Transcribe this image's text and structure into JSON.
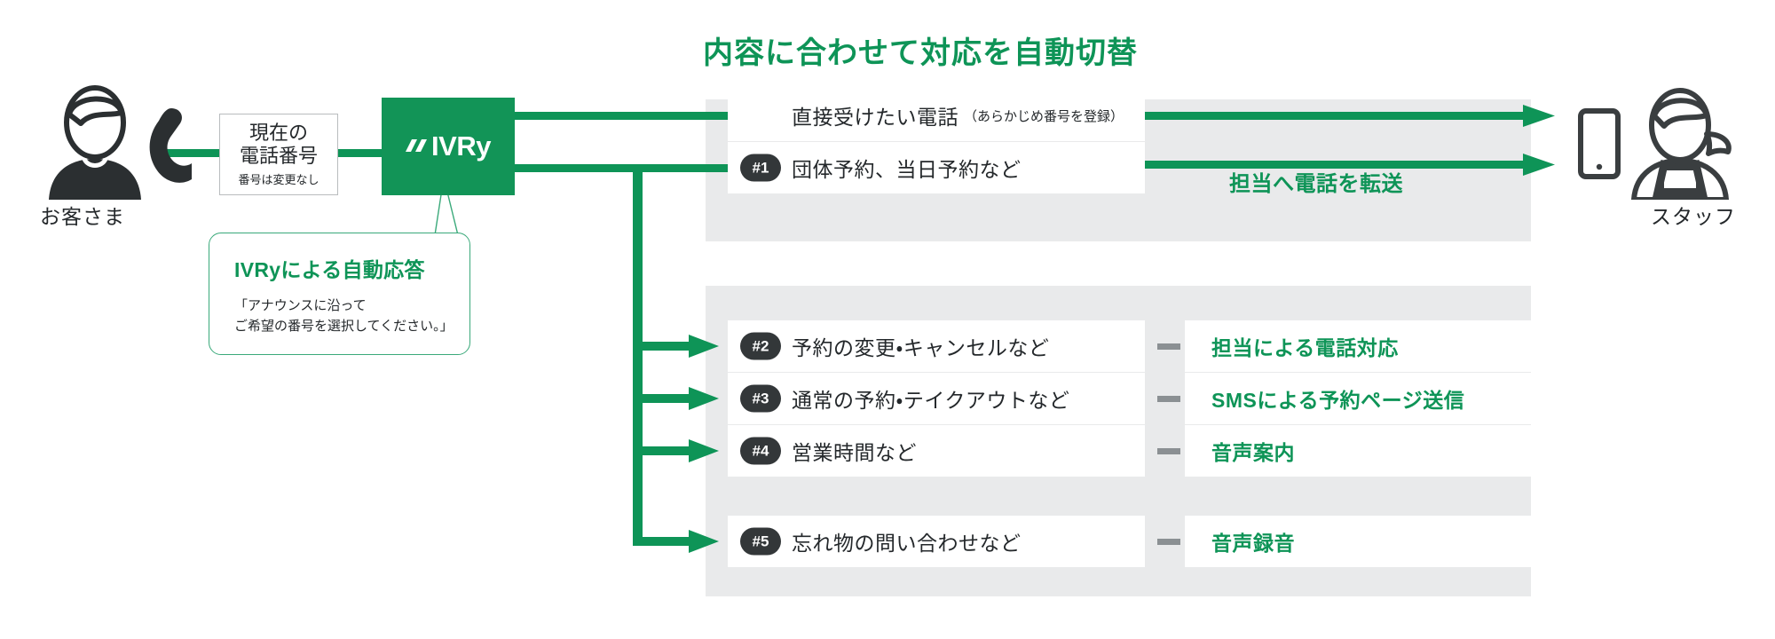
{
  "diagram": {
    "title": "内容に合わせて対応を自動切替",
    "accent_green": "#0e9457",
    "logo_green": "#129457",
    "badge_dark": "#333739",
    "panel_gray": "#e9eaeb",
    "dash_gray": "#8b9093"
  },
  "caller": {
    "label": "お客さま",
    "icon": "customer-person-icon",
    "phone_icon": "phone-handset-icon"
  },
  "current_number": {
    "line1": "現在の",
    "line2": "電話番号",
    "note": "番号は変更なし"
  },
  "ivry": {
    "wordmark": "IVRy",
    "mark": "slash-mark-icon"
  },
  "callout": {
    "title": "IVRyによる自動応答",
    "line1": "「アナウンスに沿って",
    "line2": "ご希望の番号を選択してください。」"
  },
  "transfer_panel": {
    "caption": "担当へ電話を転送",
    "rows": [
      {
        "badge": "",
        "text": "直接受けたい電話",
        "note": "（あらかじめ番号を登録）"
      },
      {
        "badge": "#1",
        "text": "団体予約、当日予約など",
        "note": ""
      }
    ]
  },
  "auto_panel": {
    "rows": [
      {
        "badge": "#2",
        "text": "予約の変更・キャンセルなど",
        "result": "担当による電話対応"
      },
      {
        "badge": "#3",
        "text": "通常の予約・テイクアウトなど",
        "result": "SMSによる予約ページ送信"
      },
      {
        "badge": "#4",
        "text": "営業時間など",
        "result": "音声案内"
      },
      {
        "badge": "#5",
        "text": "忘れ物の問い合わせなど",
        "result": "音声録音"
      }
    ]
  },
  "staff": {
    "label": "スタッフ",
    "icon": "staff-person-icon",
    "device_icon": "smartphone-icon"
  }
}
